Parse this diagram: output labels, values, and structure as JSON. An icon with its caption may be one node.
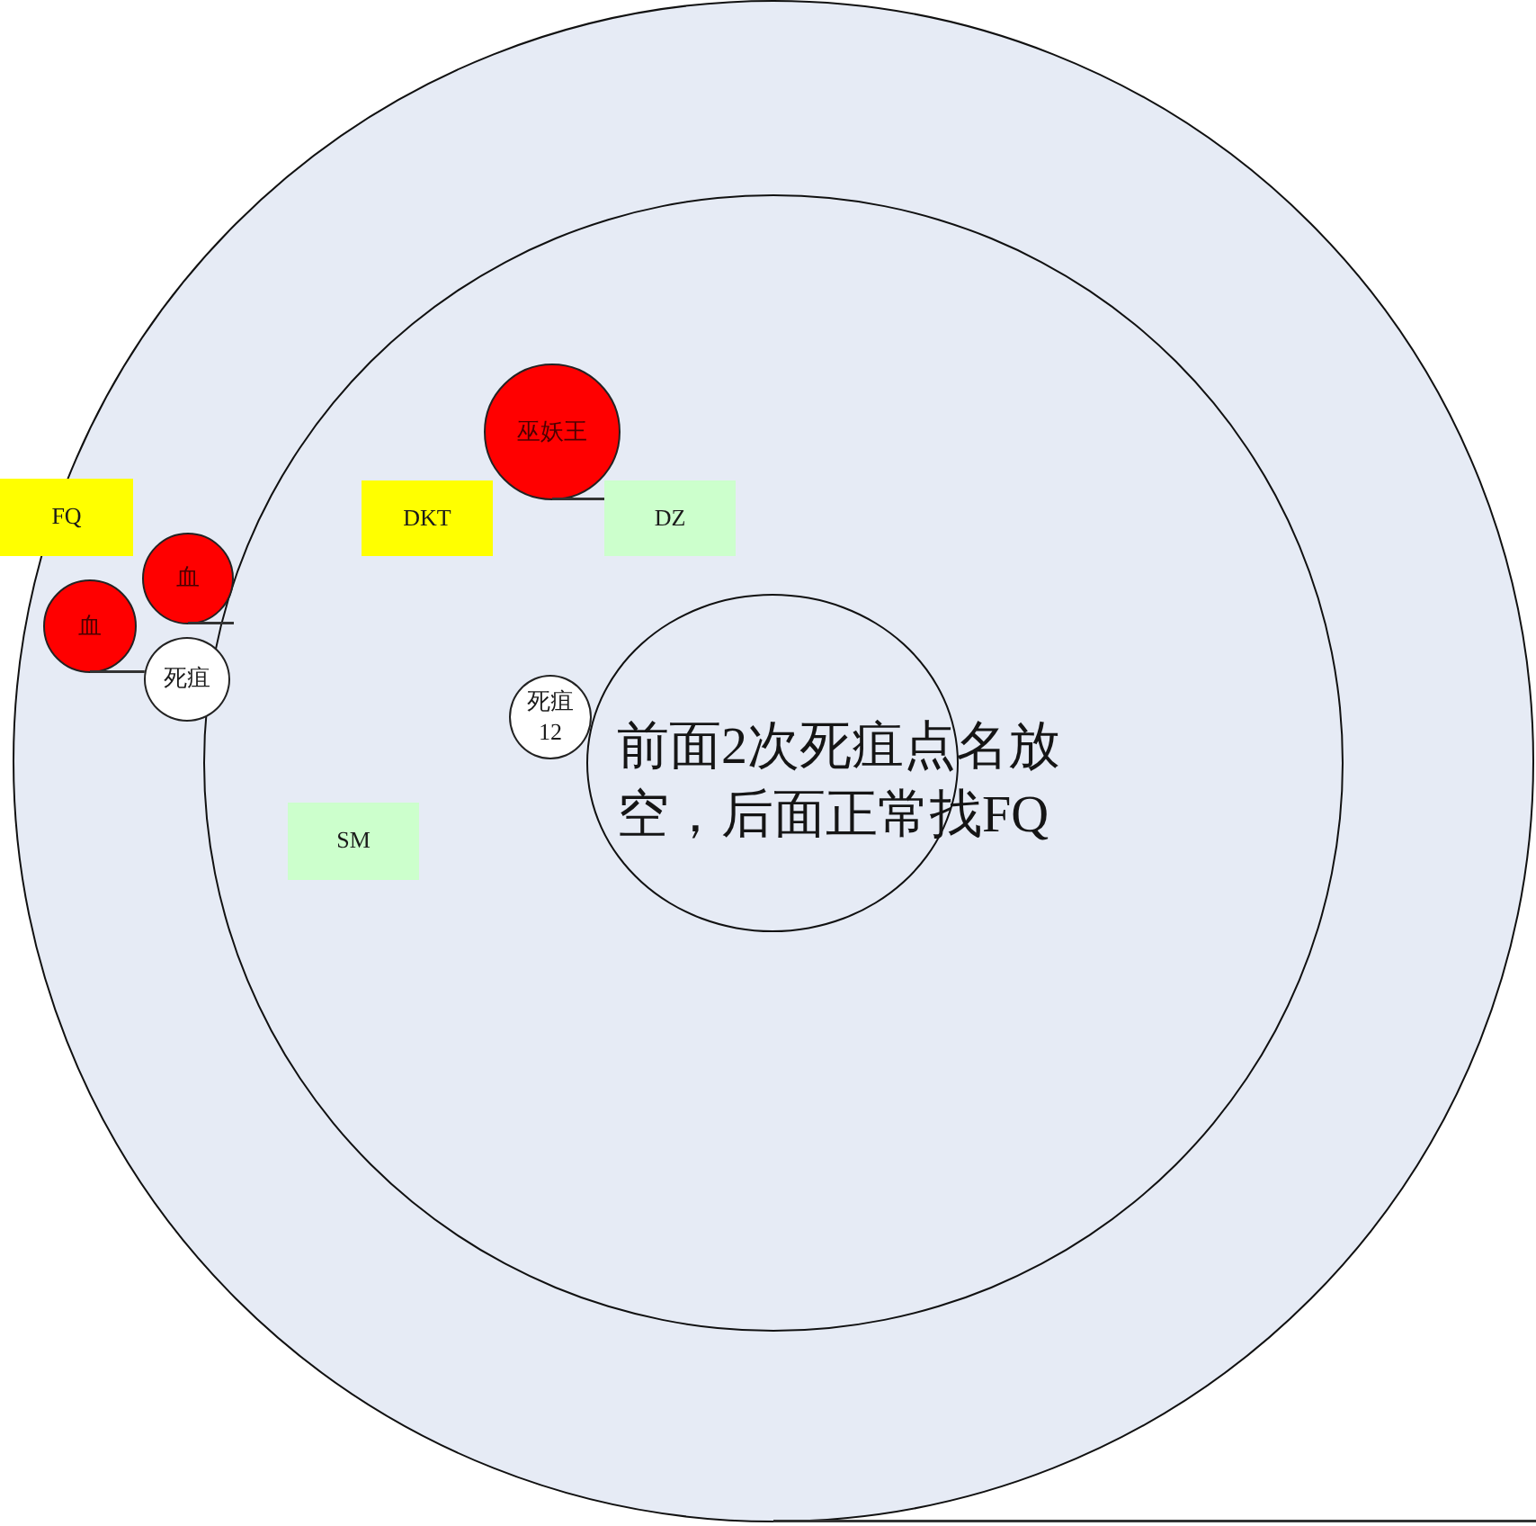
{
  "diagram": {
    "nodes": [
      {
        "text": [],
        "shape": "circle"
      },
      {
        "text": [],
        "shape": "circle",
        "in": 0
      },
      {
        "text": [],
        "shape": "circle",
        "in": 1
      },
      {
        "text": [
          "巫妖王"
        ],
        "in": 1
      },
      {
        "text": [
          "FQ"
        ]
      },
      {
        "text": [
          "DKT"
        ],
        "in": 1
      },
      {
        "text": [
          "DZ"
        ],
        "in": 1
      },
      {
        "text": [
          "血"
        ],
        "in": 0
      },
      {
        "text": [
          "血"
        ],
        "in": 0
      },
      {
        "text": [
          "死疽"
        ],
        "in": 0
      },
      {
        "text": [
          "死疽 12"
        ],
        "in": 1
      },
      {
        "text": [
          "SM"
        ],
        "in": 1
      }
    ],
    "edges": [
      {
        "from": 3,
        "to": 6,
        "arrow": "none"
      },
      {
        "from": 7,
        "to": null,
        "arrow": "none"
      },
      {
        "from": 8,
        "to": 9,
        "arrow": "none"
      },
      {
        "from": 0,
        "to": null,
        "arrow": "none"
      }
    ],
    "labels": [
      "前面2次死疽点名放空，后面正常找FQ"
    ]
  }
}
